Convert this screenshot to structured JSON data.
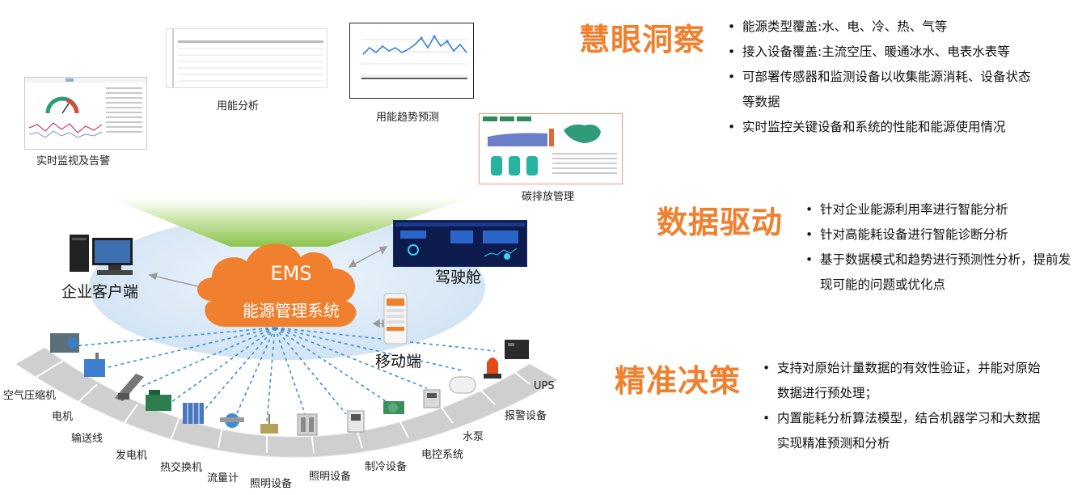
{
  "screenshots": {
    "monitor": {
      "label": "实时监视及告警"
    },
    "usage": {
      "label": "用能分析"
    },
    "trend": {
      "label": "用能趋势预测"
    },
    "carbon": {
      "label": "碳排放管理"
    }
  },
  "center": {
    "cloud_title": "EMS",
    "cloud_subtitle": "能源管理系统",
    "client_label": "企业客户端",
    "cockpit_label": "驾驶舱",
    "mobile_label": "移动端"
  },
  "devices": [
    {
      "label": "空气压缩机",
      "icon": "air-compressor-icon"
    },
    {
      "label": "电机",
      "icon": "motor-icon"
    },
    {
      "label": "输送线",
      "icon": "conveyor-icon"
    },
    {
      "label": "发电机",
      "icon": "generator-icon"
    },
    {
      "label": "热交换机",
      "icon": "heat-exchanger-icon"
    },
    {
      "label": "流量计",
      "icon": "flowmeter-icon"
    },
    {
      "label": "照明设备",
      "icon": "lighting-icon"
    },
    {
      "label": "照明设备",
      "icon": "lighting-panel-icon"
    },
    {
      "label": "制冷设备",
      "icon": "refrigeration-icon"
    },
    {
      "label": "电控系统",
      "icon": "electric-control-icon"
    },
    {
      "label": "水泵",
      "icon": "water-pump-icon"
    },
    {
      "label": "报警设备",
      "icon": "alarm-icon"
    },
    {
      "label": "UPS",
      "icon": "ups-icon"
    }
  ],
  "sections": [
    {
      "title": "慧眼洞察",
      "bullets": [
        "能源类型覆盖:水、电、冷、热、气等",
        "接入设备覆盖:主流空压、暖通冰水、电表水表等",
        "可部署传感器和监测设备以收集能源消耗、设备状态等数据",
        "实时监控关键设备和系统的性能和能源使用情况"
      ]
    },
    {
      "title": "数据驱动",
      "bullets": [
        "针对企业能源利用率进行智能分析",
        "针对高能耗设备进行智能诊断分析",
        "基于数据模式和趋势进行预测性分析，提前发现可能的问题或优化点"
      ]
    },
    {
      "title": "精准决策",
      "bullets": [
        "支持对原始计量数据的有效性验证，并能对原始数据进行预处理；",
        "内置能耗分析算法模型，结合机器学习和大数据实现精准预测和分析"
      ]
    }
  ],
  "colors": {
    "accent": "#F07F2E",
    "cone": "#8BC34A",
    "ellipse": "#DCEBF7",
    "cockpit_bg": "#0E1B4D"
  }
}
